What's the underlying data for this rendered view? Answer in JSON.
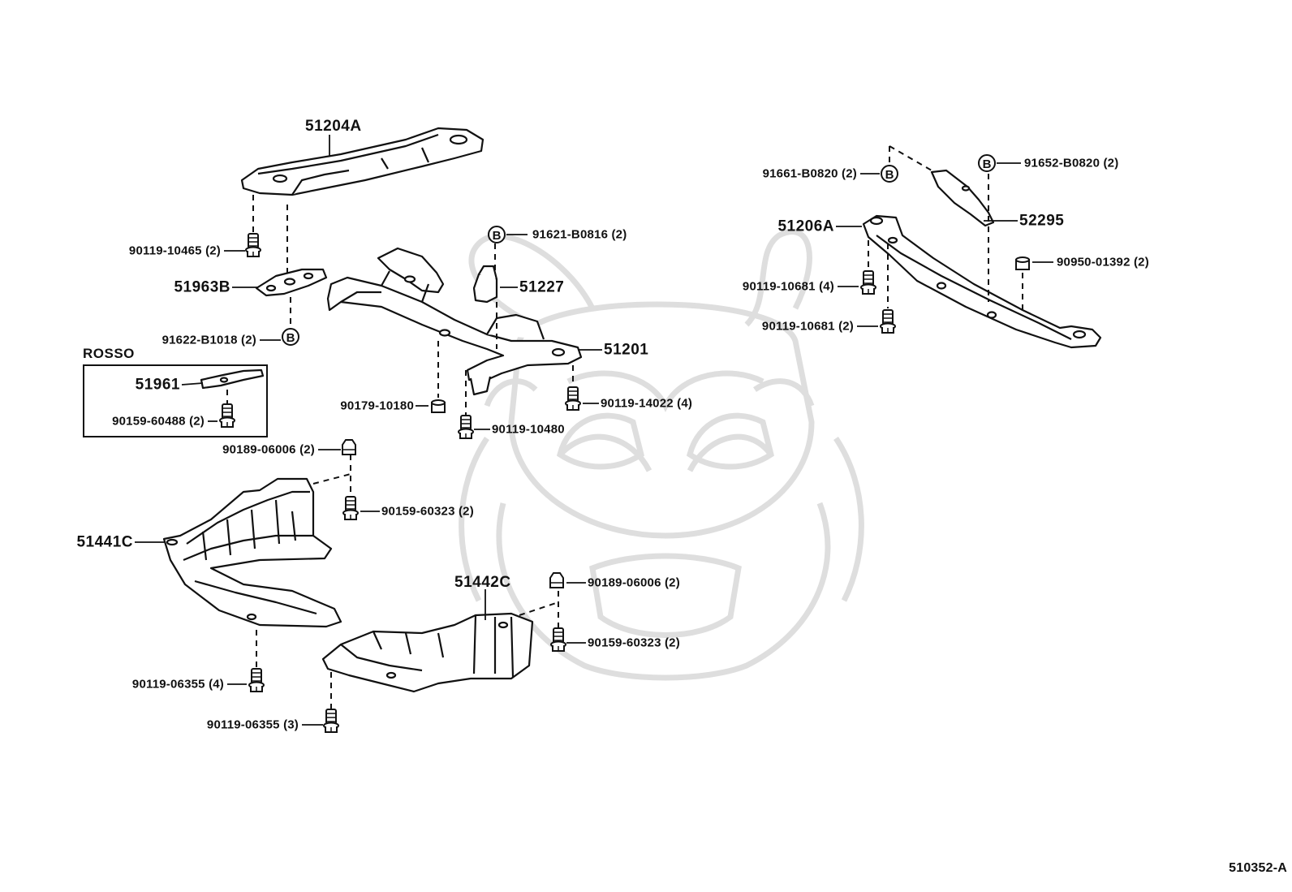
{
  "diagram": {
    "group_label": "ROSSO",
    "diagram_code": "510352-A",
    "parts": {
      "p51204A": "51204A",
      "p51963B": "51963B",
      "p51961": "51961",
      "p51201": "51201",
      "p51227": "51227",
      "p51441C": "51441C",
      "p51442C": "51442C",
      "p51206A": "51206A",
      "p52295": "52295"
    },
    "fasteners": {
      "f90119_10465": "90119-10465 (2)",
      "f91622_B1018": "91622-B1018 (2)",
      "f90159_60488": "90159-60488 (2)",
      "f91621_B0816": "91621-B0816 (2)",
      "f90179_10180": "90179-10180",
      "f90119_10480": "90119-10480",
      "f90119_14022": "90119-14022 (4)",
      "f90189_06006_a": "90189-06006 (2)",
      "f90159_60323_a": "90159-60323 (2)",
      "f90119_06355_a": "90119-06355 (4)",
      "f90119_06355_b": "90119-06355 (3)",
      "f90189_06006_b": "90189-06006 (2)",
      "f90159_60323_b": "90159-60323 (2)",
      "f91661_B0820": "91661-B0820 (2)",
      "f91652_B0820": "91652-B0820 (2)",
      "f90950_01392": "90950-01392 (2)",
      "f90119_10681_a": "90119-10681 (4)",
      "f90119_10681_b": "90119-10681 (2)"
    },
    "bolt_marker_glyph": "B",
    "colors": {
      "line": "#111111",
      "watermark": "#dedede",
      "background": "#ffffff"
    }
  }
}
